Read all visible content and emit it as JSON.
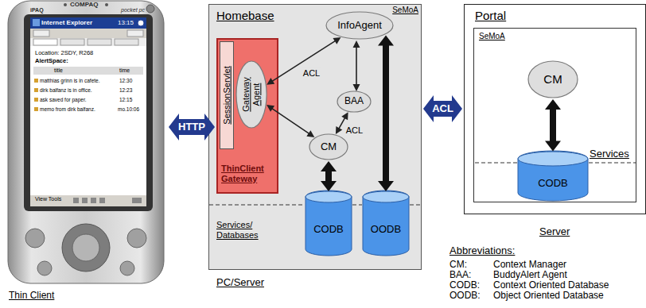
{
  "diagram": {
    "nodes": [
      {
        "text": [
          "Thin Client"
        ]
      },
      {
        "text": [
          "Homebase",
          "SeMoA",
          "Services/ Databases",
          "PC/Server"
        ]
      },
      {
        "text": [
          "ThinClient Gateway"
        ],
        "in": 1
      },
      {
        "text": [
          "SessionServlet"
        ],
        "in": 2
      },
      {
        "text": [
          "Gateway Agent"
        ],
        "in": 2
      },
      {
        "text": [
          "InfoAgent"
        ],
        "in": 1
      },
      {
        "text": [
          "BAA"
        ],
        "in": 1
      },
      {
        "text": [
          "CM"
        ],
        "in": 1
      },
      {
        "text": [
          "CODB"
        ],
        "in": 1
      },
      {
        "text": [
          "OODB"
        ],
        "in": 1
      },
      {
        "text": [
          "Portal",
          "Server"
        ]
      },
      {
        "text": [
          "SeMoA",
          "Services"
        ],
        "in": 10
      },
      {
        "text": [
          "CM"
        ],
        "in": 11
      },
      {
        "text": [
          "CODB"
        ],
        "in": 11
      }
    ],
    "edges": [
      {
        "from": 0,
        "to": 2,
        "label": "HTTP",
        "arrow": "both"
      },
      {
        "from": 4,
        "to": 5,
        "label": "ACL",
        "arrow": "both"
      },
      {
        "from": 4,
        "to": 7,
        "arrow": "both"
      },
      {
        "from": 5,
        "to": 6,
        "arrow": "both"
      },
      {
        "from": 6,
        "to": 7,
        "label": "ACL",
        "arrow": "both"
      },
      {
        "from": 7,
        "to": 8,
        "arrow": "both"
      },
      {
        "from": 5,
        "to": 9,
        "arrow": "both"
      },
      {
        "from": 1,
        "to": 10,
        "label": "ACL",
        "arrow": "both"
      },
      {
        "from": 12,
        "to": 13,
        "arrow": "both"
      }
    ],
    "labels": [
      "COMPAQ",
      "iPAQ",
      "pocket pc",
      "Internet Explorer",
      "13:15",
      "Location: 2SDY, R268",
      "AlertSpace:",
      "title",
      "time",
      "matthias grinn is in cafete.",
      "12:30",
      "dirk balfanz is in office.",
      "12:23",
      "ask saved for paper.",
      "12:15",
      "memo from dirk balfanz.",
      "mo.10:06",
      "View Tools",
      "Abbreviations:",
      "CM:",
      "Context Manager",
      "BAA:",
      "BuddyAlert Agent",
      "CODB:",
      "Context Oriented Database",
      "OODB:",
      "Object Oriented Database"
    ]
  }
}
